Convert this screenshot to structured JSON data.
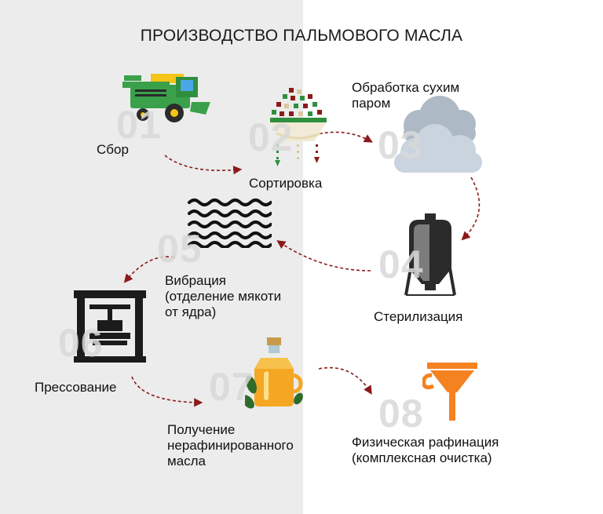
{
  "title": "ПРОИЗВОДСТВО ПАЛЬМОВОГО МАСЛА",
  "steps": [
    {
      "num": "01",
      "label": [
        "Сбор"
      ],
      "icon": "harvester-icon"
    },
    {
      "num": "02",
      "label": [
        "Сортировка"
      ],
      "icon": "sorting-fruit-icon"
    },
    {
      "num": "03",
      "label": [
        "Обработка сухим",
        "паром"
      ],
      "icon": "steam-cloud-icon"
    },
    {
      "num": "04",
      "label": [
        "Стерилизация"
      ],
      "icon": "sterilizer-tank-icon"
    },
    {
      "num": "05",
      "label": [
        "Вибрация",
        "(отделение мякоти",
        "от ядра)"
      ],
      "icon": "vibration-waves-icon"
    },
    {
      "num": "06",
      "label": [
        "Прессование"
      ],
      "icon": "press-machine-icon"
    },
    {
      "num": "07",
      "label": [
        "Получение",
        "нерафинированного",
        "масла"
      ],
      "icon": "oil-bottle-icon"
    },
    {
      "num": "08",
      "label": [
        "Физическая рафинация",
        "(комплексная очистка)"
      ],
      "icon": "funnel-icon"
    }
  ],
  "colors": {
    "arrow": "#8b1a1a",
    "accent_orange": "#f58220",
    "left_bg": "#ececec"
  }
}
